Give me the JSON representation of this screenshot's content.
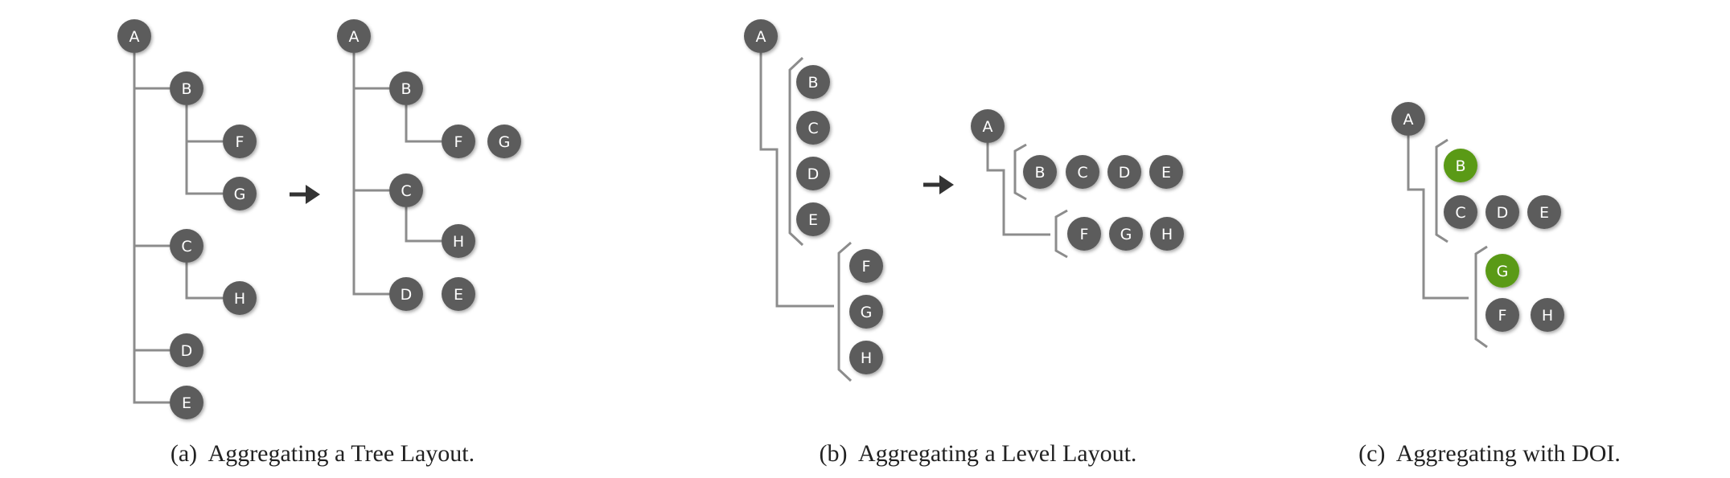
{
  "colors": {
    "node": "#5b5b5b",
    "node_highlight": "#5a9a12",
    "edge": "#8c8c8c",
    "arrow": "#333333"
  },
  "panels": {
    "a": {
      "caption_tag": "(a)",
      "caption_text": "Aggregating a Tree Layout.",
      "before_nodes": [
        "A",
        "B",
        "F",
        "G",
        "C",
        "H",
        "D",
        "E"
      ],
      "after_nodes": [
        "A",
        "B",
        "F",
        "G",
        "C",
        "H",
        "D",
        "E"
      ]
    },
    "b": {
      "caption_tag": "(b)",
      "caption_text": "Aggregating a Level Layout.",
      "before_nodes": [
        "A",
        "B",
        "C",
        "D",
        "E",
        "F",
        "G",
        "H"
      ],
      "after_nodes": [
        "A",
        "B",
        "C",
        "D",
        "E",
        "F",
        "G",
        "H"
      ]
    },
    "c": {
      "caption_tag": "(c)",
      "caption_text": "Aggregating with DOI.",
      "nodes": [
        "A",
        "B",
        "C",
        "D",
        "E",
        "G",
        "F",
        "H"
      ],
      "highlighted": [
        "B",
        "G"
      ]
    }
  }
}
